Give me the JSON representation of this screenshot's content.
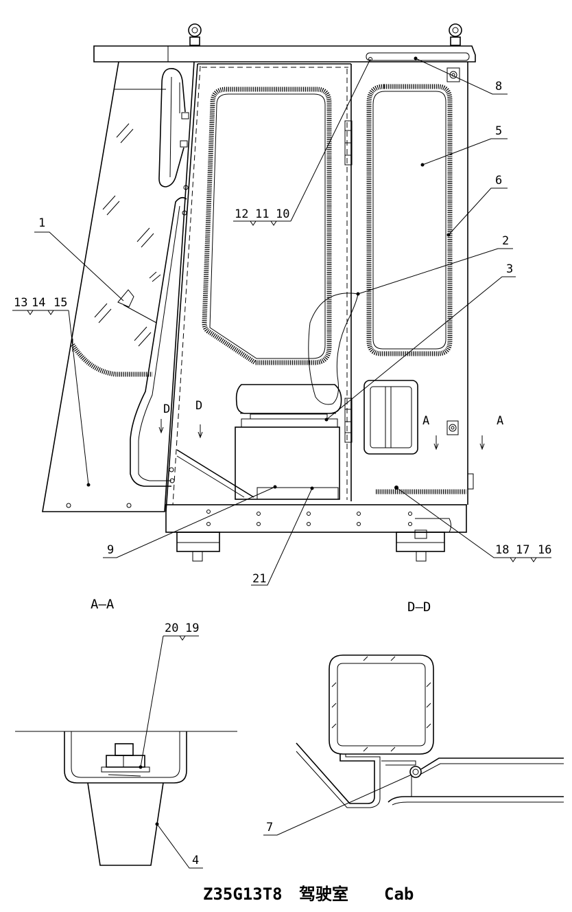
{
  "caption": {
    "code": "Z35G13T8",
    "cn": "驾驶室",
    "en": "Cab"
  },
  "section_views": {
    "aa": "A—A",
    "dd": "D—D"
  },
  "section_markers": {
    "a": "A",
    "d": "D"
  },
  "callouts": {
    "c1": "1",
    "c2": "2",
    "c3": "3",
    "c4": "4",
    "c5": "5",
    "c6": "6",
    "c7": "7",
    "c8": "8",
    "c9": "9",
    "c21": "21",
    "g12": "12",
    "g11": "11",
    "g10": "10",
    "g13": "13",
    "g14": "14",
    "g15": "15",
    "g18": "18",
    "g17": "17",
    "g16": "16",
    "g20": "20",
    "g19": "19"
  }
}
